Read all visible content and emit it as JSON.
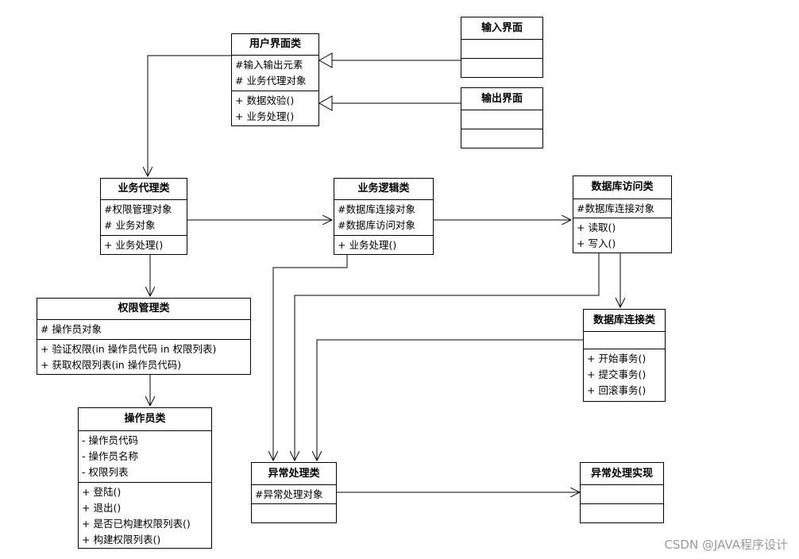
{
  "classes": {
    "ui": {
      "title": "用户界面类",
      "attrs": [
        "#输入输出元素",
        "# 业务代理对象"
      ],
      "methods": [
        "+ 数据效验()",
        "+ 业务处理()"
      ]
    },
    "input": {
      "title": "输入界面"
    },
    "output": {
      "title": "输出界面"
    },
    "agent": {
      "title": "业务代理类",
      "attrs": [
        "#权限管理对象",
        "# 业务对象"
      ],
      "methods": [
        "+ 业务处理()"
      ]
    },
    "logic": {
      "title": "业务逻辑类",
      "attrs": [
        "#数据库连接对象",
        "#数据库访问对象"
      ],
      "methods": [
        "+ 业务处理()"
      ]
    },
    "dbaccess": {
      "title": "数据库访问类",
      "attrs": [
        "#数据库连接对象"
      ],
      "methods": [
        "+ 读取()",
        "+ 写入()"
      ]
    },
    "perm": {
      "title": "权限管理类",
      "attrs": [
        "# 操作员对象"
      ],
      "methods": [
        "+ 验证权限(in 操作员代码 in 权限列表)",
        "+ 获取权限列表(in 操作员代码)"
      ]
    },
    "dbconn": {
      "title": "数据库连接类",
      "methods": [
        "+ 开始事务()",
        "+ 提交事务()",
        "+ 回滚事务()"
      ]
    },
    "operator": {
      "title": "操作员类",
      "attrs": [
        "- 操作员代码",
        "- 操作员名称",
        "- 权限列表"
      ],
      "methods": [
        "+ 登陆()",
        "+ 退出()",
        "+ 是否已构建权限列表()",
        "+ 构建权限列表()"
      ]
    },
    "exc": {
      "title": "异常处理类",
      "attrs": [
        "#异常处理对象"
      ]
    },
    "excimpl": {
      "title": "异常处理实现"
    }
  },
  "watermark": "CSDN @JAVA程序设计"
}
